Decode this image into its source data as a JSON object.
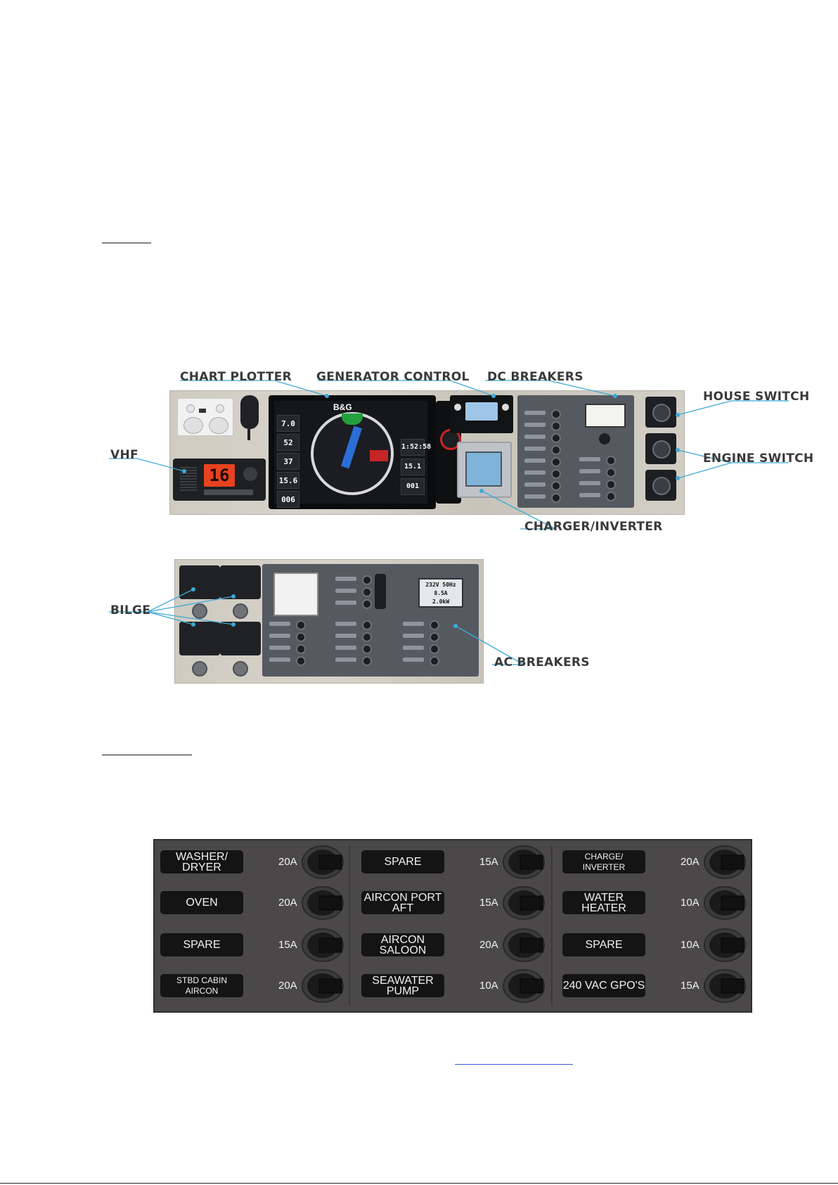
{
  "callouts": {
    "chart_plotter": "CHART PLOTTER",
    "generator_control": "GENERATOR CONTROL",
    "dc_breakers": "DC BREAKERS",
    "house_switch": "HOUSE SWITCH",
    "vhf": "VHF",
    "engine_switch": "ENGINE SWITCH",
    "charger_inverter": "CHARGER/INVERTER",
    "bilge": "BILGE",
    "ac_breakers": "AC BREAKERS"
  },
  "plotter": {
    "brand": "B&G",
    "readouts": [
      "7.0",
      "52",
      "37",
      "15.6",
      "006"
    ],
    "right_readouts": [
      "1:52:58",
      "15.1",
      "001"
    ]
  },
  "vhf_channel": "16",
  "ac_monitor": {
    "line1": "232V 50Hz",
    "line2": "8.5A",
    "line3": "2.0kW"
  },
  "ac_breaker_table": {
    "sections": [
      {
        "rows": [
          {
            "label": "WASHER/ DRYER",
            "amps": "20A"
          },
          {
            "label": "OVEN",
            "amps": "20A"
          },
          {
            "label": "SPARE",
            "amps": "15A"
          },
          {
            "label": "STBD CABIN AIRCON",
            "amps": "20A"
          }
        ]
      },
      {
        "rows": [
          {
            "label": "SPARE",
            "amps": "15A"
          },
          {
            "label": "AIRCON PORT  AFT",
            "amps": "15A"
          },
          {
            "label": "AIRCON SALOON",
            "amps": "20A"
          },
          {
            "label": "SEAWATER PUMP",
            "amps": "10A"
          }
        ]
      },
      {
        "rows": [
          {
            "label": "CHARGE/ INVERTER",
            "amps": "20A"
          },
          {
            "label": "WATER HEATER",
            "amps": "10A"
          },
          {
            "label": "SPARE",
            "amps": "10A"
          },
          {
            "label": "240 VAC GPO'S",
            "amps": "15A"
          }
        ]
      }
    ]
  },
  "colors": {
    "callout_text": "#3a3a3a",
    "leader_line": "#3fa9d6",
    "panel_dark": "#2a2d31",
    "ac_table_bg": "#4a4848"
  }
}
